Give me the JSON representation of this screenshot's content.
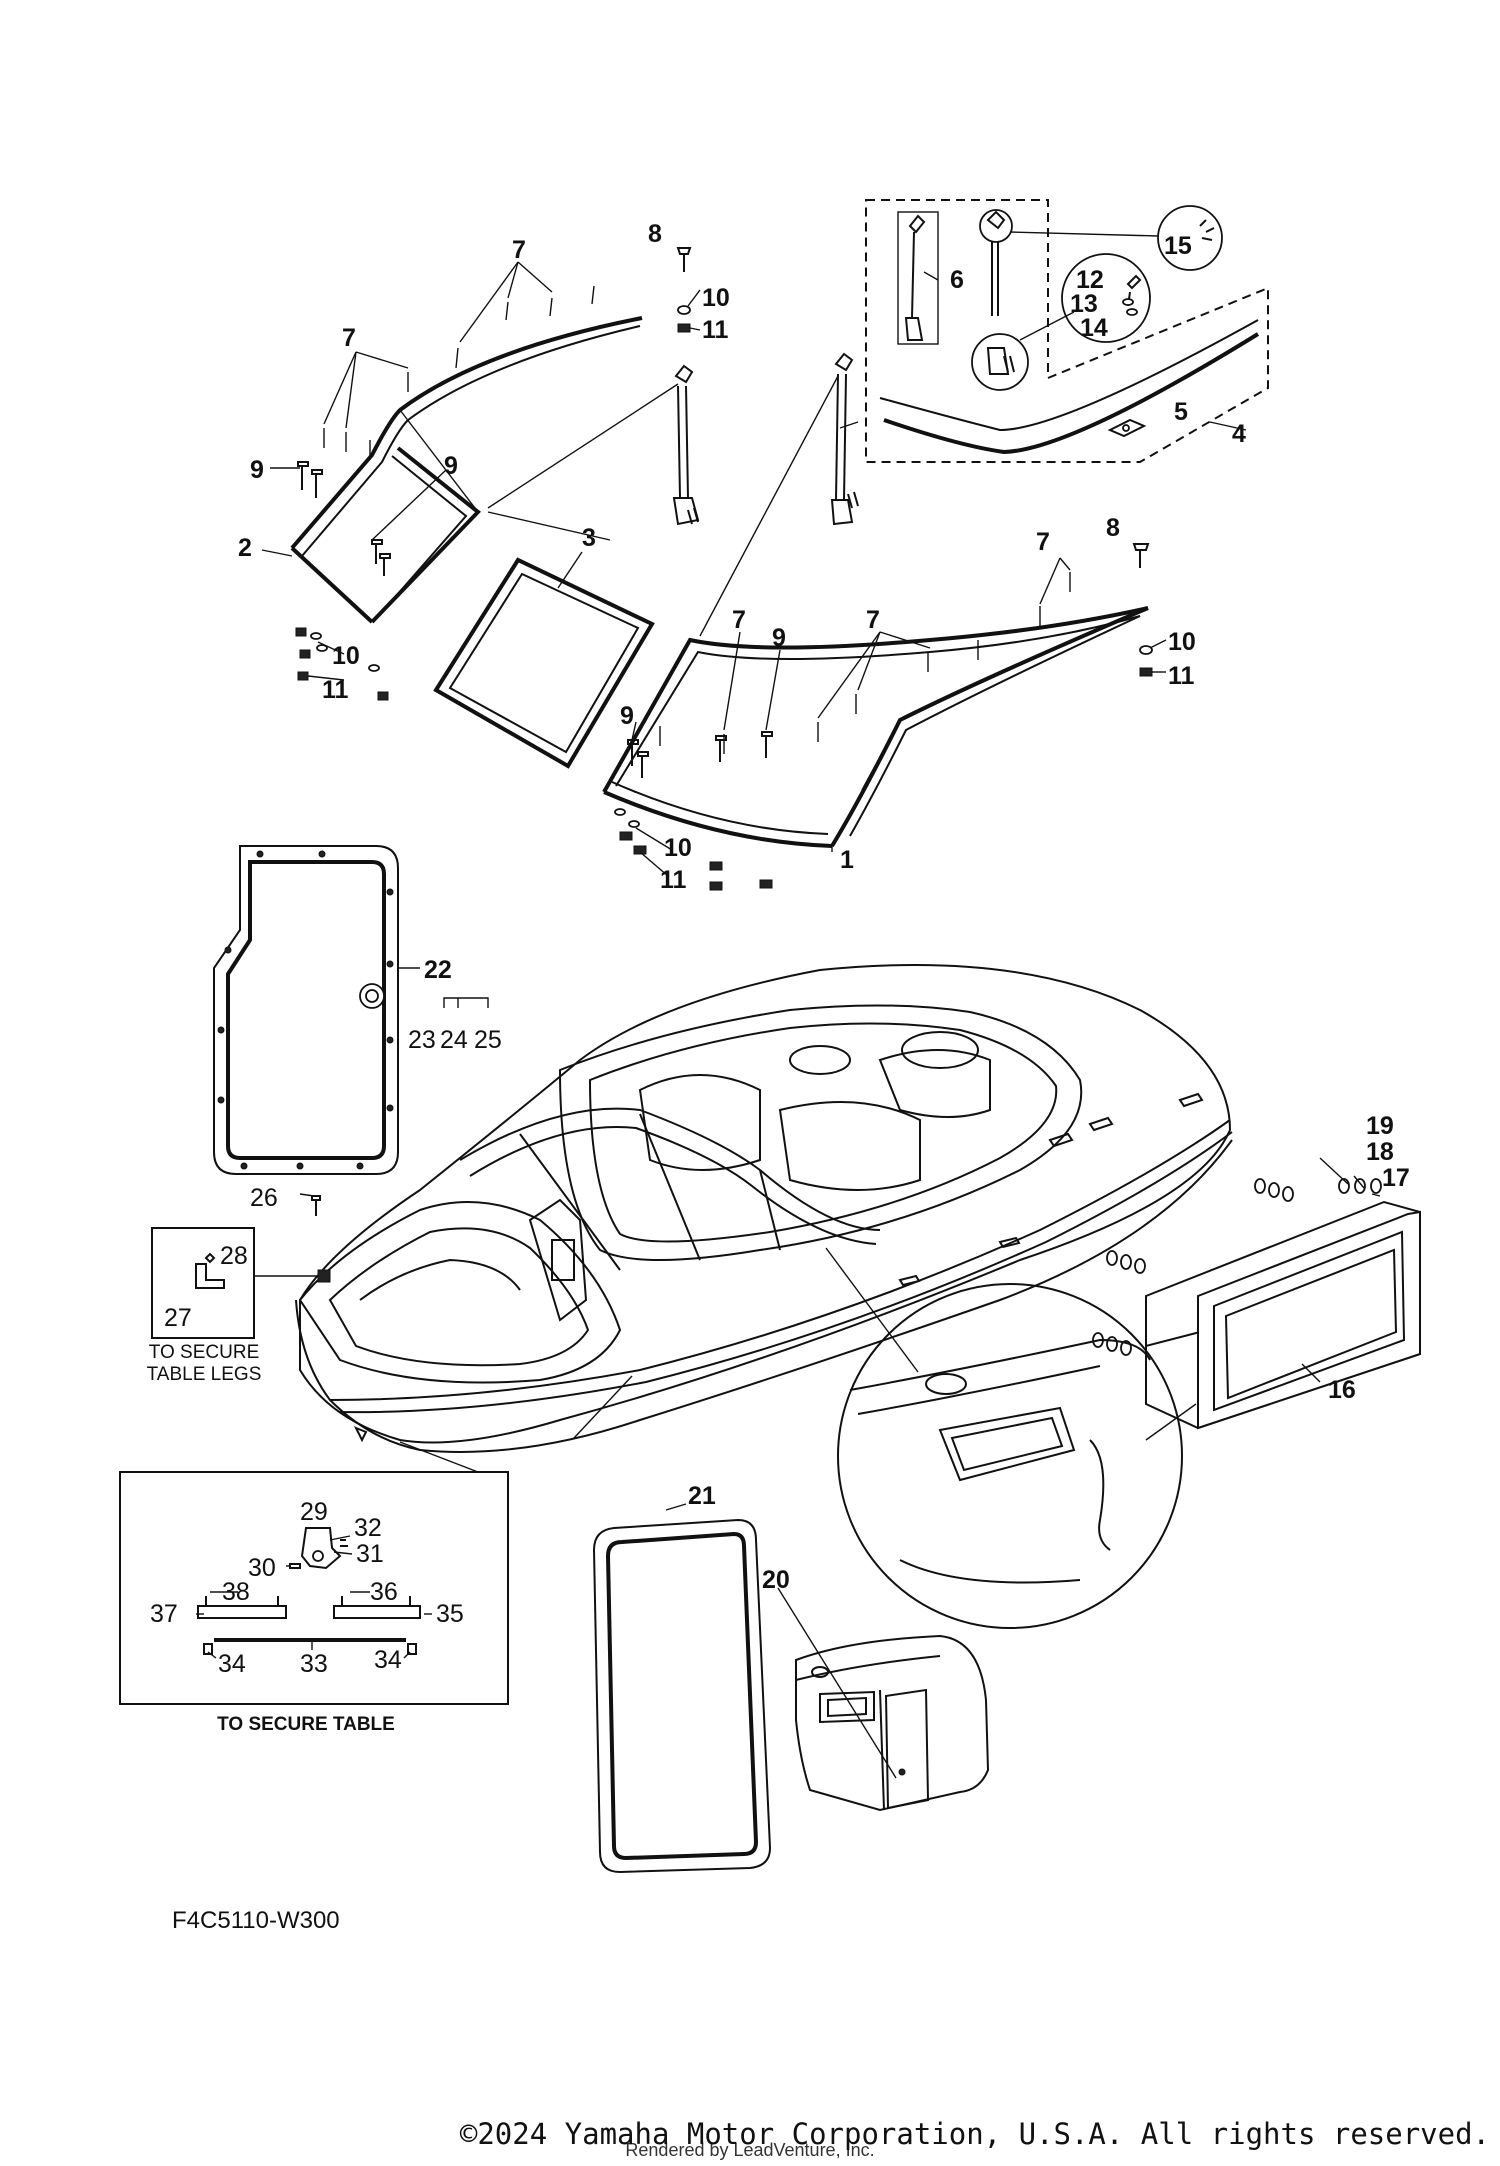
{
  "diagram": {
    "callouts": {
      "p1": "1",
      "p2": "2",
      "p3": "3",
      "p4": "4",
      "p5": "5",
      "p6": "6",
      "p7": "7",
      "p8": "8",
      "p9": "9",
      "p10": "10",
      "p11": "11",
      "p12": "12",
      "p13": "13",
      "p14": "14",
      "p15": "15",
      "p16": "16",
      "p17": "17",
      "p18": "18",
      "p19": "19",
      "p20": "20",
      "p21": "21",
      "p22": "22",
      "p23": "23",
      "p24": "24",
      "p25": "25",
      "p26": "26",
      "p27": "27",
      "p28": "28",
      "p29": "29",
      "p30": "30",
      "p31": "31",
      "p32": "32",
      "p33": "33",
      "p34": "34",
      "p35": "35",
      "p36": "36",
      "p37": "37",
      "p38": "38"
    },
    "captions": {
      "table_legs_line1": "TO SECURE",
      "table_legs_line2": "TABLE LEGS",
      "table": "TO SECURE TABLE"
    },
    "drawing_code": "F4C5110-W300",
    "copyright": "©2024 Yamaha Motor Corporation, U.S.A. All rights reserved.",
    "credit": "Rendered by LeadVenture, Inc."
  }
}
